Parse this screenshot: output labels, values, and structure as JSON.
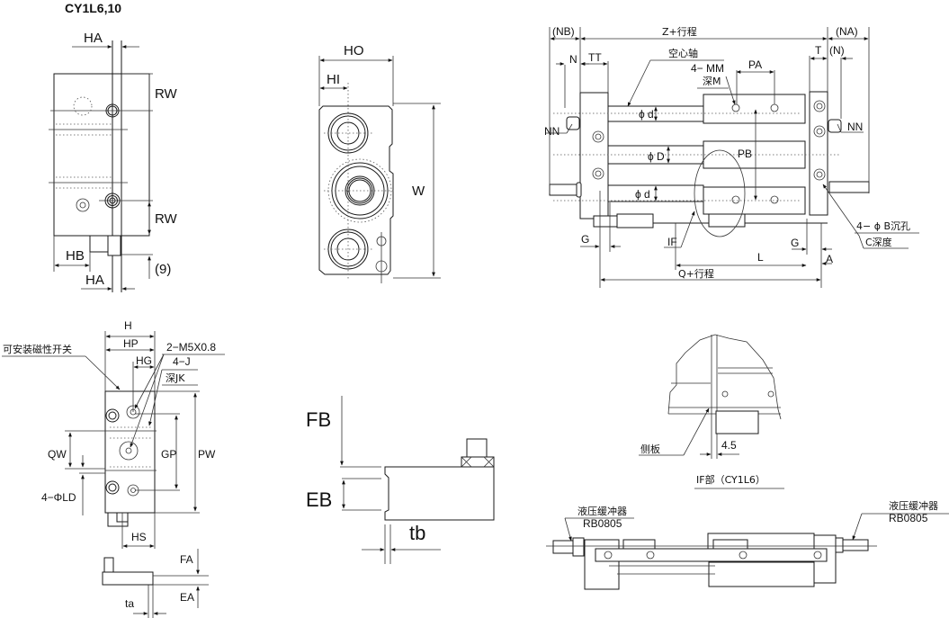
{
  "title": "CY1L6,10",
  "views": {
    "end_view_left": {
      "labels": {
        "ha_top": "HA",
        "rw_top": "RW",
        "rw_bottom": "RW",
        "hb": "HB",
        "ha_bottom": "HA",
        "nine": "(9)"
      }
    },
    "end_view_center": {
      "labels": {
        "ho": "HO",
        "hi": "HI",
        "w": "W"
      }
    },
    "top_view": {
      "labels": {
        "nb": "(NB)",
        "z_stroke": "Z+行程",
        "na": "(NA)",
        "n_left": "N",
        "tt": "TT",
        "t": "T",
        "n_right": "(N)",
        "hollow_shaft": "空心轴",
        "mm": "4− MM",
        "depth_m": "深M",
        "pa": "PA",
        "nn_left": "NN",
        "nn_right": "NN",
        "phi_d_top": "ϕ d",
        "phi_D": "ϕ D",
        "phi_d_bottom": "ϕ d",
        "pb": "PB",
        "counterbore": "4− ϕ B沉孔",
        "c_depth": "C深度",
        "g_left": "G",
        "if": "IF",
        "g_right": "G",
        "l": "L",
        "a": "A",
        "q_stroke": "Q+行程"
      }
    },
    "side_view_left": {
      "labels": {
        "h": "H",
        "hp": "HP",
        "hg": "HG",
        "m5": "2−M5X0.8",
        "j": "4−J",
        "jk": "深JK",
        "switch": "可安装磁性开关",
        "qw": "QW",
        "gp": "GP",
        "pw": "PW",
        "ld": "4−ΦLD",
        "hs": "HS",
        "fa": "FA",
        "ea": "EA",
        "ta": "ta"
      }
    },
    "detail_center": {
      "labels": {
        "fb": "FB",
        "eb": "EB",
        "tb": "tb"
      }
    },
    "detail_if": {
      "labels": {
        "side_plate": "侧板",
        "dim": "4.5",
        "caption": "IF部（CY1L6）"
      }
    },
    "bottom_view": {
      "labels": {
        "shock_left": "液压缓冲器",
        "shock_left_model": "RB0805",
        "shock_right": "液压缓冲器",
        "shock_right_model": "RB0805"
      }
    }
  }
}
